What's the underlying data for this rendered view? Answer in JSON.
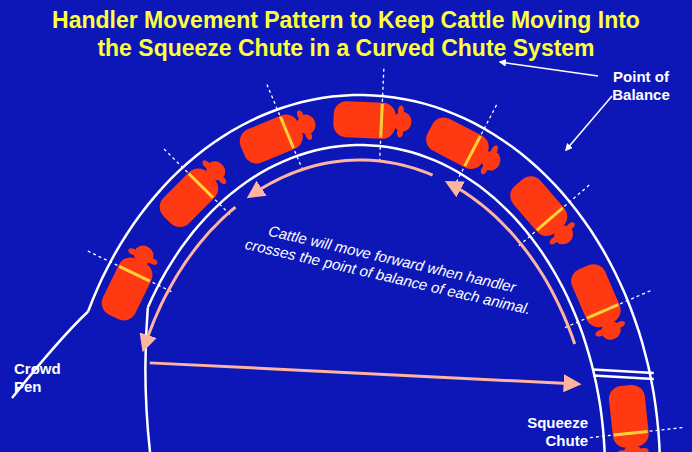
{
  "diagram": {
    "title": "Handler Movement Pattern to Keep Cattle Moving Into the Squeeze Chute in a Curved Chute System",
    "labels": [
      "Point of Balance",
      "Cattle will move forward when handler crosses the point of balance of each animal.",
      "Crowd Pen",
      "Squeeze Chute"
    ]
  }
}
